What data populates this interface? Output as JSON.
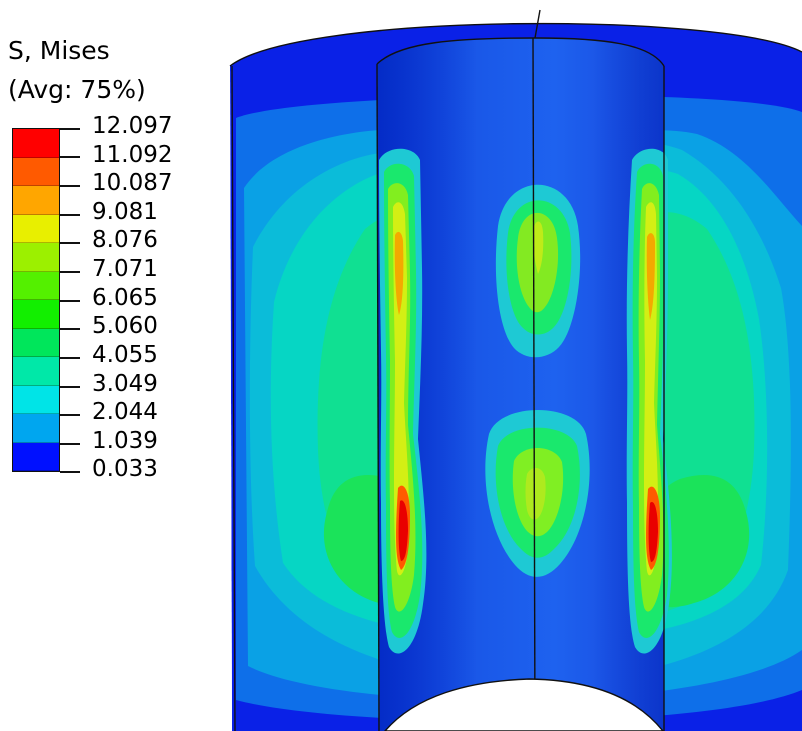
{
  "legend": {
    "title_line_1": "S, Mises",
    "title_line_2": "(Avg: 75%)",
    "values": [
      "12.097",
      "11.092",
      "10.087",
      "9.081",
      "8.076",
      "7.071",
      "6.065",
      "5.060",
      "4.055",
      "3.049",
      "2.044",
      "1.039",
      "0.033"
    ],
    "colors": [
      "#ff0000",
      "#ff5a00",
      "#ffa600",
      "#e8ef00",
      "#9cf000",
      "#54f000",
      "#12ef00",
      "#00e65b",
      "#00e8a8",
      "#00e4e7",
      "#00a6ef",
      "#005cef",
      "#0010ff"
    ]
  }
}
